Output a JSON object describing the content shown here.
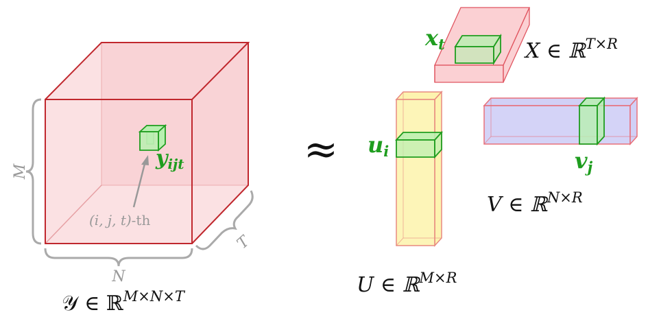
{
  "colors": {
    "tensor_stroke": "#c0272d",
    "tensor_fill": "#f8c8cc",
    "green": "#1f9d1f",
    "green_fill": "#b8f0b0",
    "x_fill": "#f7a9ae",
    "u_fill": "#fdf2a6",
    "u_stroke": "#e88a80",
    "v_fill": "#c9c8f5",
    "v_stroke": "#e8707a",
    "gray": "#999999"
  },
  "tensor": {
    "label_script": "𝒴",
    "label_rest": " ∈ ℝ",
    "label_sup": "M×N×T",
    "dim_m": "M",
    "dim_n": "N",
    "dim_t": "T",
    "entry_label": "y",
    "entry_sub": "ijt",
    "index_note_math": "(i, j, t)",
    "index_note_suffix": "-th"
  },
  "approx_symbol": "≈",
  "factors": {
    "x": {
      "vec": "x",
      "sub": "t",
      "set_base": "X ∈ ℝ",
      "set_sup": "T×R"
    },
    "u": {
      "vec": "u",
      "sub": "i",
      "set_base": "U ∈ ℝ",
      "set_sup": "M×R"
    },
    "v": {
      "vec": "v",
      "sub": "j",
      "set_base": "V ∈ ℝ",
      "set_sup": "N×R"
    }
  }
}
